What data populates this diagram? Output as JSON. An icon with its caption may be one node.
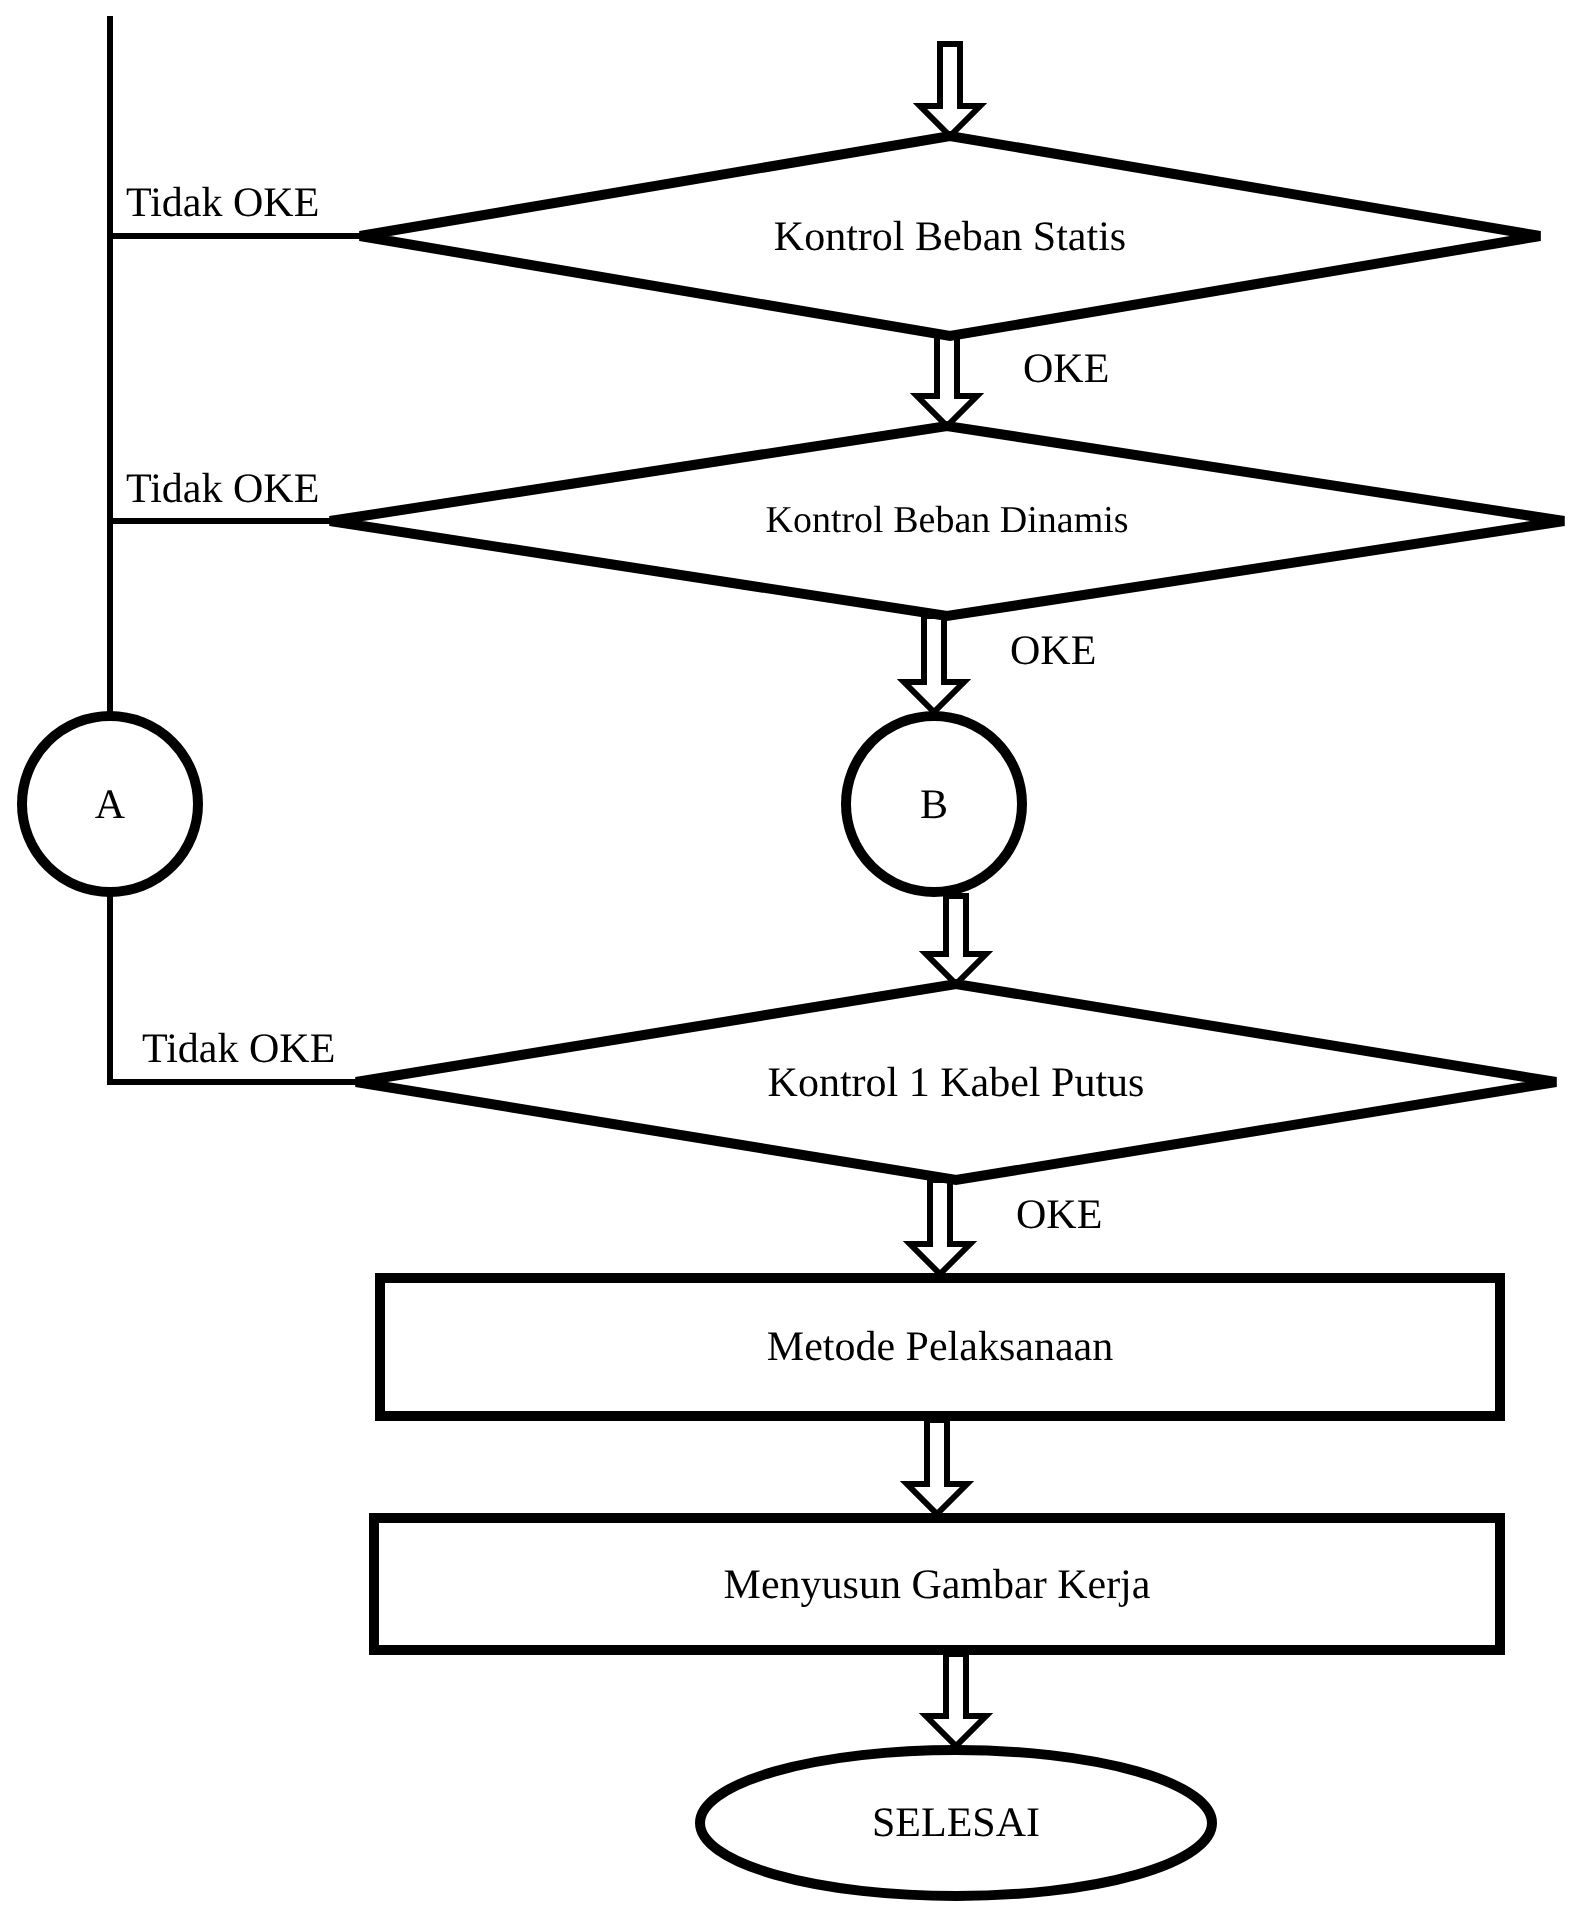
{
  "diagram": {
    "nodes": [
      {
        "text": [
          "Kontrol Beban Statis"
        ]
      },
      {
        "text": [
          "Kontrol Beban Dinamis"
        ]
      },
      {
        "text": [
          "A"
        ]
      },
      {
        "text": [
          "B"
        ]
      },
      {
        "text": [
          "Kontrol 1 Kabel Putus"
        ]
      },
      {
        "text": [
          "Metode Pelaksanaan"
        ]
      },
      {
        "text": [
          "Menyusun Gambar Kerja"
        ]
      },
      {
        "text": [
          "SELESAI"
        ]
      }
    ],
    "edges": [
      {
        "from": null,
        "to": 0,
        "arrow": "to"
      },
      {
        "from": 0,
        "to": 1,
        "arrow": "to",
        "label": "OKE"
      },
      {
        "from": 1,
        "to": 3,
        "arrow": "to",
        "label": "OKE"
      },
      {
        "from": 3,
        "to": 4,
        "arrow": "to"
      },
      {
        "from": 4,
        "to": 5,
        "arrow": "to",
        "label": "OKE"
      },
      {
        "from": 5,
        "to": 6,
        "arrow": "to"
      },
      {
        "from": 6,
        "to": 7,
        "arrow": "to"
      },
      {
        "from": 0,
        "to": 2,
        "arrow": "none",
        "label": "Tidak OKE"
      },
      {
        "from": 1,
        "to": 2,
        "arrow": "none",
        "label": "Tidak OKE"
      },
      {
        "from": 4,
        "to": 2,
        "arrow": "none",
        "label": "Tidak OKE"
      }
    ]
  }
}
